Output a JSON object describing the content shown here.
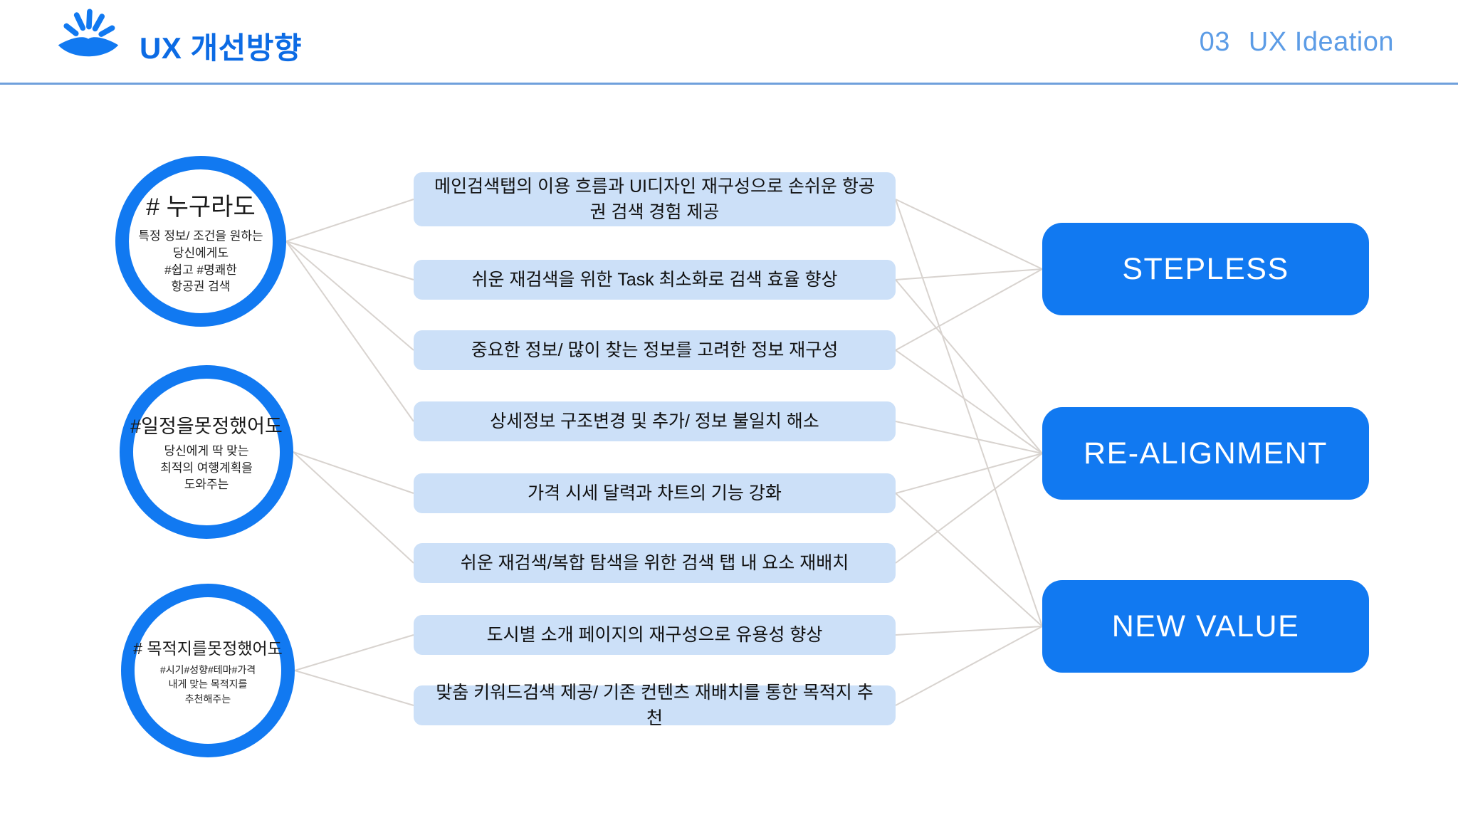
{
  "header": {
    "title": "UX 개선방향",
    "slide_number": "03",
    "section": "UX Ideation",
    "logo_icon": "sunrise-logo"
  },
  "colors": {
    "accent": "#1179F1",
    "box_fill": "#CCE0F8",
    "line": "#D8D3CF",
    "header_title": "#0C6BE4",
    "header_right": "#5C9CE6",
    "divider": "#6FA0DC",
    "target_text": "#FFFFFF",
    "body_text": "#111111"
  },
  "circles": [
    {
      "id": "c1",
      "title": "# 누구라도",
      "lines": [
        "특정 정보/ 조건을 원하는",
        "당신에게도",
        "#쉽고 #명쾌한",
        "항공권 검색"
      ]
    },
    {
      "id": "c2",
      "title": "#일정을못정했어도",
      "lines": [
        "당신에게 딱 맞는",
        "최적의 여행계획을",
        "도와주는"
      ]
    },
    {
      "id": "c3",
      "title": "# 목적지를못정했어도",
      "lines": [
        "#시기#성향#테마#가격",
        "내게 맞는 목적지를",
        "추천해주는"
      ]
    }
  ],
  "boxes": [
    {
      "id": "b1",
      "text": "메인검색탭의 이용 흐름과 UI디자인 재구성으로 손쉬운 항공권 검색 경험 제공"
    },
    {
      "id": "b2",
      "text": "쉬운 재검색을 위한 Task 최소화로 검색 효율 향상"
    },
    {
      "id": "b3",
      "text": "중요한 정보/ 많이 찾는 정보를 고려한 정보 재구성"
    },
    {
      "id": "b4",
      "text": "상세정보 구조변경 및 추가/ 정보 불일치 해소"
    },
    {
      "id": "b5",
      "text": "가격 시세 달력과 차트의 기능 강화"
    },
    {
      "id": "b6",
      "text": "쉬운 재검색/복합 탐색을 위한 검색 탭 내 요소 재배치"
    },
    {
      "id": "b7",
      "text": "도시별 소개 페이지의 재구성으로 유용성 향상"
    },
    {
      "id": "b8",
      "text": "맞춤 키워드검색 제공/ 기존 컨텐츠 재배치를 통한 목적지 추천"
    }
  ],
  "targets": [
    {
      "id": "t1",
      "label": "STEPLESS"
    },
    {
      "id": "t2",
      "label": "RE-ALIGNMENT"
    },
    {
      "id": "t3",
      "label": "NEW VALUE"
    }
  ],
  "connections": {
    "circle_to_box": [
      [
        "c1",
        "b1"
      ],
      [
        "c1",
        "b2"
      ],
      [
        "c1",
        "b3"
      ],
      [
        "c1",
        "b4"
      ],
      [
        "c2",
        "b5"
      ],
      [
        "c2",
        "b6"
      ],
      [
        "c3",
        "b7"
      ],
      [
        "c3",
        "b8"
      ]
    ],
    "box_to_target": [
      [
        "b1",
        "t1"
      ],
      [
        "b1",
        "t3"
      ],
      [
        "b2",
        "t1"
      ],
      [
        "b2",
        "t2"
      ],
      [
        "b3",
        "t1"
      ],
      [
        "b3",
        "t2"
      ],
      [
        "b4",
        "t2"
      ],
      [
        "b5",
        "t2"
      ],
      [
        "b5",
        "t3"
      ],
      [
        "b6",
        "t2"
      ],
      [
        "b7",
        "t3"
      ],
      [
        "b8",
        "t3"
      ]
    ]
  }
}
